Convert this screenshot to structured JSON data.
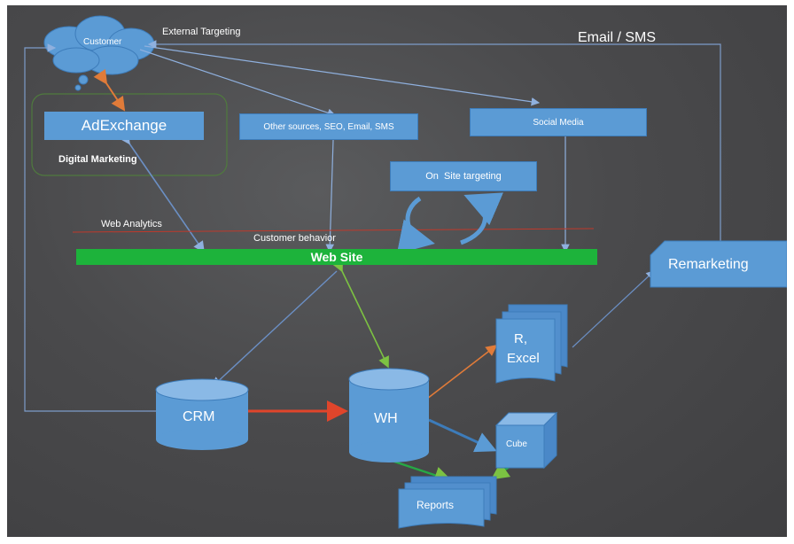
{
  "nodes": {
    "customer": "Customer",
    "adexchange": "AdExchange",
    "other_sources": "Other sources, SEO, Email, SMS",
    "social_media": "Social Media",
    "on_site_targeting": "On  Site targeting",
    "web_site": "Web Site",
    "remarketing": "Remarketing",
    "r_excel_line1": "R,",
    "r_excel_line2": "Excel",
    "crm": "CRM",
    "wh": "WH",
    "cube": "Cube",
    "reports": "Reports"
  },
  "labels": {
    "external_targeting": "External Targeting",
    "email_sms": "Email / SMS",
    "digital_marketing": "Digital Marketing",
    "web_analytics": "Web Analytics",
    "customer_behavior": "Customer behavior"
  },
  "colors": {
    "box_fill": "#5b9bd5",
    "web_site_bar": "#1db33b",
    "analytics_line": "#c0392b",
    "arrow_orange": "#e07b39",
    "arrow_green": "#7cc242",
    "arrow_red": "#e0452b",
    "arrow_blue": "#6b8fc4"
  }
}
